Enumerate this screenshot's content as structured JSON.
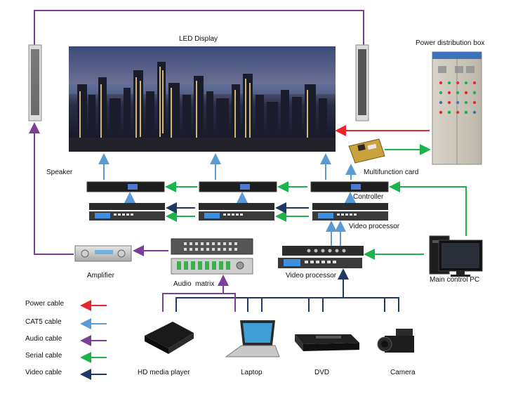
{
  "labels": {
    "led_display": "LED Display",
    "power_box": "Power distribution box",
    "speaker": "Speaker",
    "multifunction_card": "Multifunction card",
    "controller": "Controller",
    "video_processor_top": "Video processor",
    "amplifier": "Amplifier",
    "audio_matrix": "Audio  matrix",
    "video_processor_bottom": "Video processor",
    "main_pc": "Main control PC",
    "hd_media_player": "HD media player",
    "laptop": "Laptop",
    "dvd": "DVD",
    "camera": "Camera"
  },
  "legend": [
    {
      "label": "Power cable",
      "color": "#e8262d"
    },
    {
      "label": "CAT5 cable",
      "color": "#5b9bd5"
    },
    {
      "label": "Audio cable",
      "color": "#7b3f98"
    },
    {
      "label": "Serial cable",
      "color": "#1cb34a"
    },
    {
      "label": "Video cable",
      "color": "#1f3864"
    }
  ],
  "colors": {
    "power": "#e8262d",
    "cat5": "#5b9bd5",
    "audio": "#7b3f98",
    "serial": "#1cb34a",
    "video": "#1f3864"
  }
}
